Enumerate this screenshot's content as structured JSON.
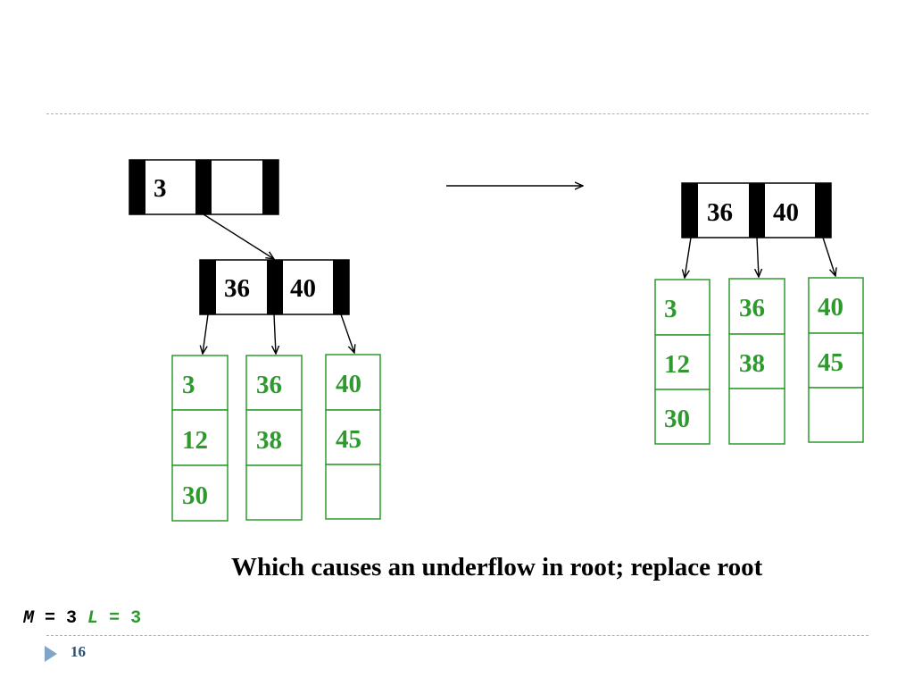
{
  "colors": {
    "leaf": "#2e9a2e",
    "rule": "#9fb3c8",
    "marker": "#7fa6c6"
  },
  "before": {
    "root_keys": [
      "3",
      ""
    ],
    "child_keys": [
      "36",
      "40"
    ],
    "leaves": [
      [
        "3",
        "12",
        "30"
      ],
      [
        "36",
        "38",
        ""
      ],
      [
        "40",
        "45",
        ""
      ]
    ]
  },
  "after": {
    "root_keys": [
      "36",
      "40"
    ],
    "leaves": [
      [
        "3",
        "12",
        "30"
      ],
      [
        "36",
        "38",
        ""
      ],
      [
        "40",
        "45",
        ""
      ]
    ]
  },
  "caption": "Which causes an underflow in root; replace root",
  "params": {
    "m_label": "M",
    "m_eq": " = 3",
    "l_label": "L",
    "l_eq": " = 3"
  },
  "slide_number": "16"
}
